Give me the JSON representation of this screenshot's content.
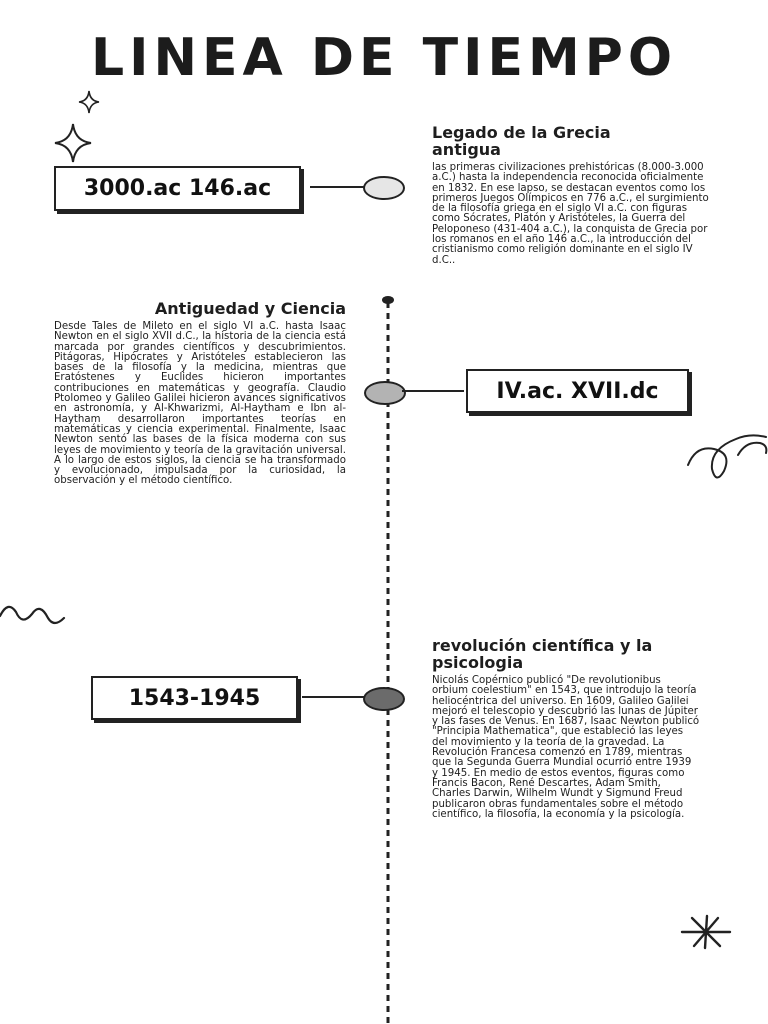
{
  "page": {
    "title": "LINEA DE TIEMPO",
    "colors": {
      "ink": "#1e1e1e",
      "node_light": "#e6e6e6",
      "node_mid": "#b3b3b3",
      "node_dark": "#6b6b6b",
      "background": "#ffffff"
    }
  },
  "events": [
    {
      "date_label": "3000.ac 146.ac",
      "heading": "Legado de la Grecia antigua",
      "body": "las primeras civilizaciones prehistóricas (8.000-3.000 a.C.) hasta la independencia reconocida oficialmente en 1832. En ese lapso, se destacan eventos como los primeros Juegos Olímpicos en 776 a.C., el surgimiento de la filosofía griega en el siglo VI a.C. con figuras como Sócrates, Platón y Aristóteles, la Guerra del Peloponeso (431-404 a.C.), la conquista de Grecia por los romanos en el año 146 a.C., la introducción del cristianismo como religión dominante en el siglo IV d.C.."
    },
    {
      "date_label": "IV.ac. XVII.dc",
      "heading": "Antiguedad y Ciencia",
      "body": "Desde Tales de Mileto en el siglo VI a.C. hasta Isaac Newton en el siglo XVII d.C., la historia de la ciencia está marcada por grandes científicos y descubrimientos. Pitágoras, Hipócrates y Aristóteles establecieron las bases de la filosofía y la medicina, mientras que Eratóstenes y Euclides hicieron importantes contribuciones en matemáticas y geografía. Claudio Ptolomeo y Galileo Galilei hicieron avances significativos en astronomía, y Al-Khwarizmi, Al-Haytham e Ibn al-Haytham desarrollaron importantes teorías en matemáticas y ciencia experimental. Finalmente, Isaac Newton sentó las bases de la física moderna con sus leyes de movimiento y teoría de la gravitación universal. A lo largo de estos siglos, la ciencia se ha transformado y evolucionado, impulsada por la curiosidad, la observación y el método científico."
    },
    {
      "date_label": "1543-1945",
      "heading": "revolución científica y la psicologia",
      "body": "Nicolás Copérnico publicó \"De revolutionibus orbium coelestium\" en 1543, que introdujo la teoría heliocéntrica del universo. En 1609, Galileo Galilei mejoró el telescopio y descubrió las lunas de Júpiter y las fases de Venus. En 1687, Isaac Newton publicó \"Principia Mathematica\", que estableció las leyes del movimiento y la teoría de la gravedad. La Revolución Francesa comenzó en 1789, mientras que la Segunda Guerra Mundial ocurrió entre 1939 y 1945. En medio de estos eventos, figuras como Francis Bacon, René Descartes, Adam Smith, Charles Darwin, Wilhelm Wundt y Sigmund Freud publicaron obras fundamentales sobre el método científico, la filosofía, la economía y la psicología."
    }
  ],
  "decorations": [
    "sparkle-icon",
    "swirl-icon",
    "squiggle-icon",
    "asterisk-icon"
  ]
}
